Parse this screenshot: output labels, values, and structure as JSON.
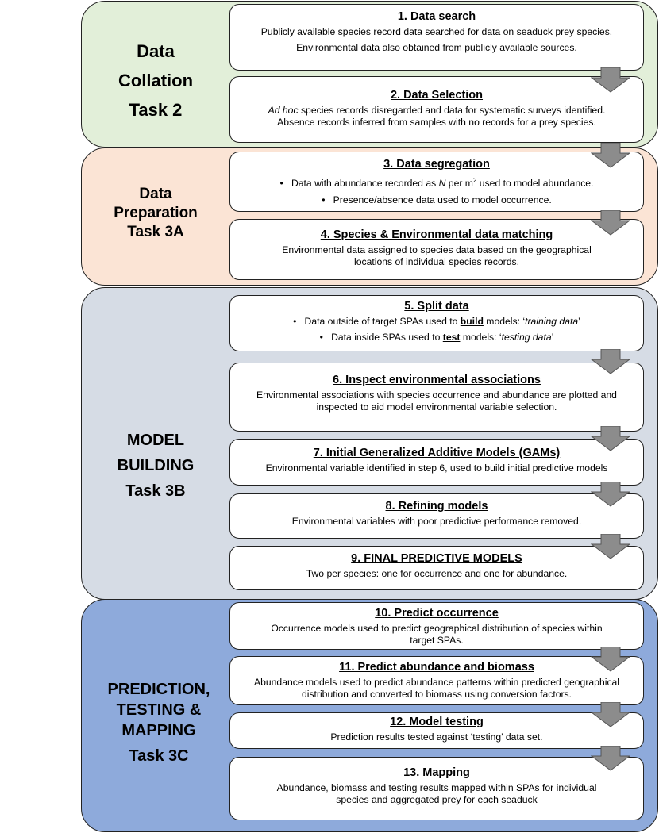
{
  "panels": [
    {
      "id": "collation",
      "label": [
        "Data",
        "Collation",
        "Task 2"
      ],
      "color": "#e2efd9"
    },
    {
      "id": "preparation",
      "label": [
        "Data",
        "Preparation",
        "Task 3A"
      ],
      "color": "#fbe4d5"
    },
    {
      "id": "building",
      "label": [
        "MODEL",
        "BUILDING",
        "Task 3B"
      ],
      "color": "#d6dce5"
    },
    {
      "id": "prediction",
      "label": [
        "PREDICTION,",
        "TESTING &",
        "MAPPING",
        "Task 3C"
      ],
      "color": "#8eaadb"
    }
  ],
  "steps": {
    "s1": {
      "title": "1. Data search",
      "lines": [
        "Publicly available species record data searched for data on seaduck prey species.",
        "Environmental data also obtained from publicly available sources."
      ]
    },
    "s2": {
      "title": "2. Data Selection",
      "italic_lead": "Ad hoc",
      "line1_rest": " species records disregarded and data for systematic surveys identified.",
      "line2": "Absence records inferred from samples with no records for a prey species."
    },
    "s3": {
      "title": "3. Data segregation",
      "b1_pre": "Data with abundance recorded as ",
      "b1_italic": "N",
      "b1_mid": " per m",
      "b1_sup": "2",
      "b1_post": " used to model abundance.",
      "b2": "Presence/absence data used to model occurrence."
    },
    "s4": {
      "title": "4. Species & Environmental data matching",
      "lines": [
        "Environmental data assigned to species data based on the geographical locations of individual species records."
      ]
    },
    "s5": {
      "title": "5. Split data",
      "b1_pre": "Data outside of target SPAs used to ",
      "b1_strong": "build",
      "b1_mid": " models: ‘",
      "b1_italic": "training data",
      "b1_post": "’",
      "b2_pre": "Data inside SPAs used to ",
      "b2_strong": "test",
      "b2_mid": " models: ‘",
      "b2_italic": "testing data",
      "b2_post": "’"
    },
    "s6": {
      "title": "6. Inspect environmental associations",
      "lines": [
        "Environmental associations with species occurrence and abundance are plotted and inspected to aid model environmental variable selection."
      ]
    },
    "s7": {
      "title": "7. Initial Generalized Additive Models (GAMs)",
      "lines": [
        "Environmental variable identified in step 6, used to build initial predictive models"
      ]
    },
    "s8": {
      "title": "8. Refining models",
      "lines": [
        "Environmental variables with poor predictive performance removed."
      ]
    },
    "s9": {
      "title": "9. FINAL PREDICTIVE MODELS",
      "lines": [
        "Two per species: one for occurrence and one for abundance."
      ]
    },
    "s10": {
      "title": "10. Predict occurrence",
      "lines": [
        "Occurrence models used to predict geographical distribution of species within target SPAs."
      ]
    },
    "s11": {
      "title": "11. Predict abundance and biomass",
      "lines": [
        "Abundance models used to predict abundance patterns within predicted geographical distribution and converted to biomass using conversion factors."
      ]
    },
    "s12": {
      "title": "12. Model testing",
      "lines": [
        "Prediction results tested against ‘testing’ data set."
      ]
    },
    "s13": {
      "title": "13. Mapping",
      "lines": [
        "Abundance, biomass and testing results mapped within SPAs for individual species and aggregated prey for each seaduck"
      ]
    }
  },
  "colors": {
    "arrow_fill": "#8c8c8c",
    "arrow_stroke": "#555555",
    "border": "#222222"
  }
}
